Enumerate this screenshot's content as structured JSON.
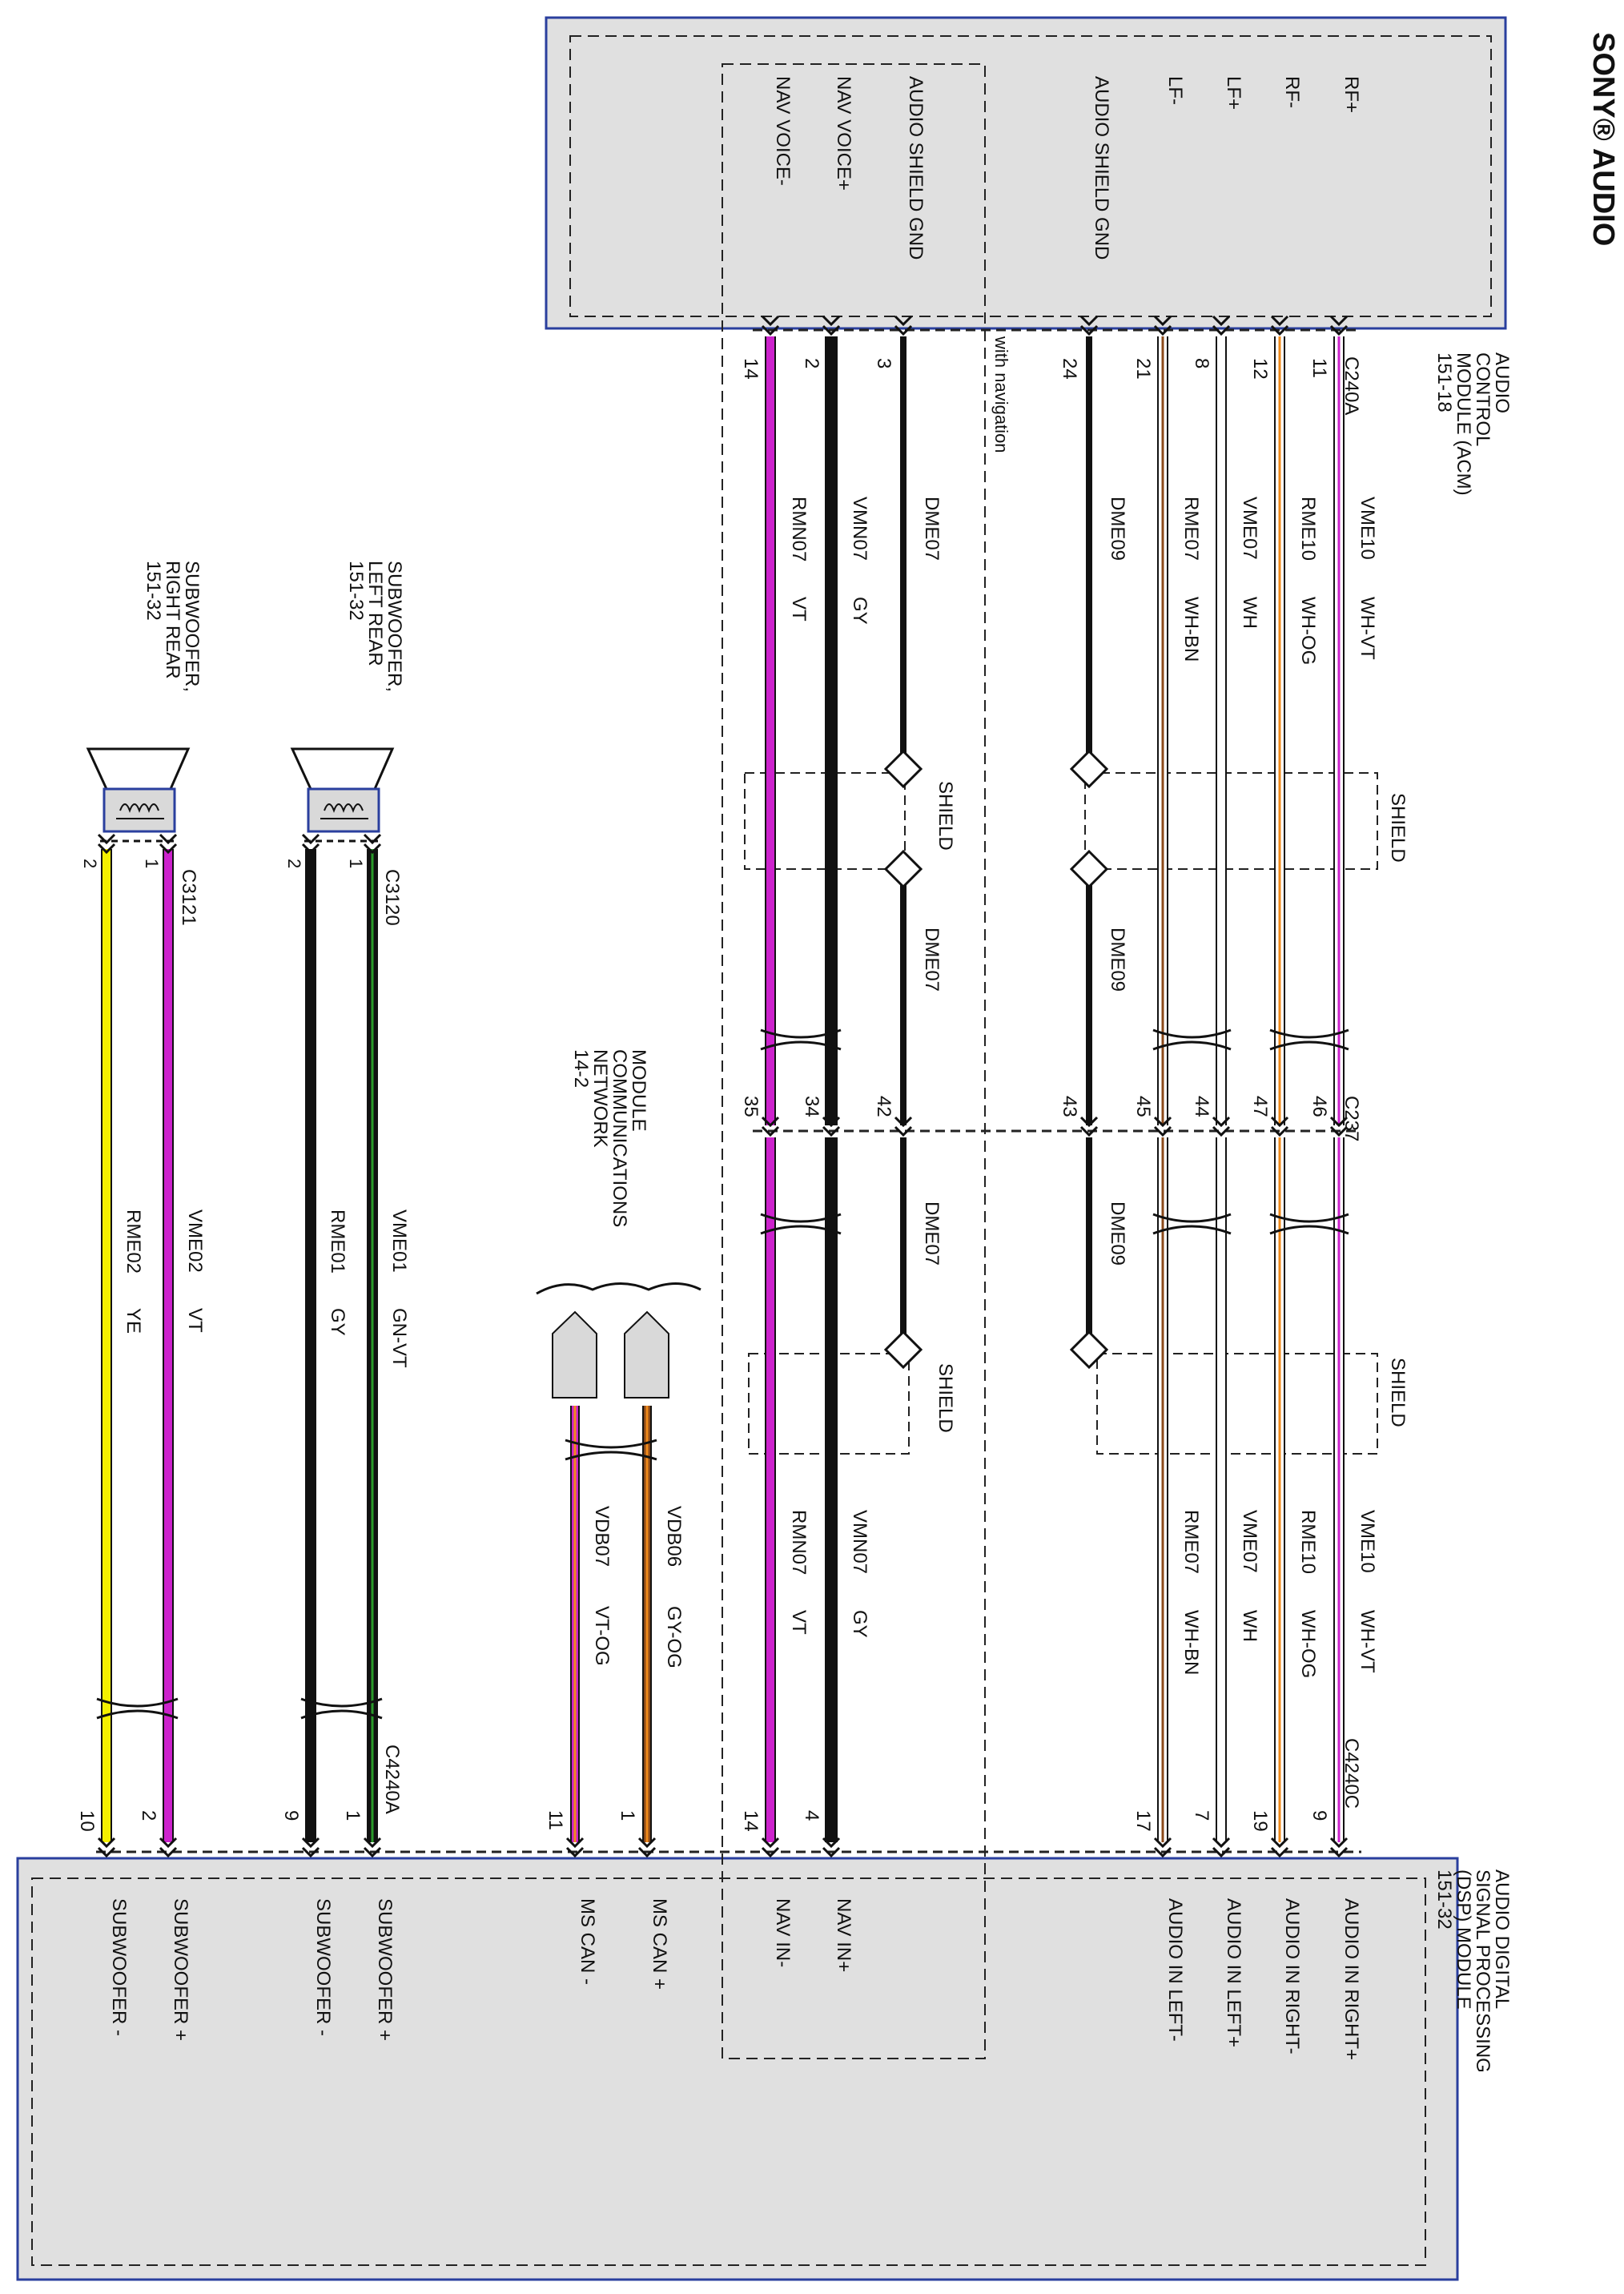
{
  "title": "SONY® AUDIO",
  "acm": {
    "name": "AUDIO CONTROL MODULE (ACM) 151-18",
    "name_lines": [
      "AUDIO",
      "CONTROL",
      "MODULE (ACM)",
      "151-18"
    ],
    "connector": "C240A",
    "signals": [
      "RF+",
      "RF-",
      "LF+",
      "LF-",
      "AUDIO SHIELD GND",
      "AUDIO SHIELD GND",
      "NAV VOICE+",
      "NAV VOICE-"
    ],
    "pins": [
      "11",
      "12",
      "8",
      "21",
      "24",
      "3",
      "2",
      "14"
    ]
  },
  "dsp": {
    "name": "AUDIO DIGITAL SIGNAL PROCESSING (DSP) MODULE 151-32",
    "name_lines": [
      "AUDIO DIGITAL",
      "SIGNAL PROCESSING",
      "(DSP) MODULE",
      "151-32"
    ],
    "signals": [
      "AUDIO IN RIGHT+",
      "AUDIO IN RIGHT-",
      "AUDIO IN LEFT+",
      "AUDIO IN LEFT-",
      "NAV IN+",
      "NAV IN-",
      "MS CAN +",
      "MS CAN -",
      "SUBWOOFER +",
      "SUBWOOFER -",
      "SUBWOOFER +",
      "SUBWOOFER -"
    ],
    "pins": [
      "9",
      "19",
      "7",
      "17",
      "4",
      "14",
      "1",
      "11",
      "1",
      "9",
      "2",
      "10"
    ]
  },
  "connectors": {
    "c237": "C237",
    "c237_pins": [
      "46",
      "47",
      "44",
      "45",
      "43",
      "42",
      "34",
      "35"
    ],
    "c4240c": "C4240C",
    "c4240a": "C4240A",
    "c3120": "C3120",
    "c3121": "C3121"
  },
  "wires": {
    "upper": [
      {
        "circuit": "VME10",
        "color": "WH-VT"
      },
      {
        "circuit": "RME10",
        "color": "WH-OG"
      },
      {
        "circuit": "VME07",
        "color": "WH"
      },
      {
        "circuit": "RME07",
        "color": "WH-BN"
      },
      {
        "circuit": "DME09",
        "color": ""
      },
      {
        "circuit": "DME07",
        "color": ""
      },
      {
        "circuit": "VMN07",
        "color": "GY"
      },
      {
        "circuit": "RMN07",
        "color": "VT"
      }
    ],
    "lower": [
      {
        "circuit": "VME10",
        "color": "WH-VT"
      },
      {
        "circuit": "RME10",
        "color": "WH-OG"
      },
      {
        "circuit": "VME07",
        "color": "WH"
      },
      {
        "circuit": "RME07",
        "color": "WH-BN"
      },
      {
        "circuit": "DME09",
        "color": ""
      },
      {
        "circuit": "DME07",
        "color": ""
      },
      {
        "circuit": "VMN07",
        "color": "GY"
      },
      {
        "circuit": "RMN07",
        "color": "VT"
      }
    ],
    "can": [
      {
        "circuit": "VDB06",
        "color": "GY-OG"
      },
      {
        "circuit": "VDB07",
        "color": "VT-OG"
      }
    ],
    "sub": [
      {
        "circuit": "VME01",
        "color": "GN-VT"
      },
      {
        "circuit": "RME01",
        "color": "GY"
      },
      {
        "circuit": "VME02",
        "color": "VT"
      },
      {
        "circuit": "RME02",
        "color": "YE"
      }
    ]
  },
  "labels": {
    "shield": "SHIELD",
    "with_navigation": "with navigation",
    "mcn_lines": [
      "MODULE",
      "COMMUNICATIONS",
      "NETWORK",
      "14-2"
    ]
  },
  "speakers": {
    "left_lines": [
      "SUBWOOFER,",
      "LEFT REAR",
      "151-32"
    ],
    "right_lines": [
      "SUBWOOFER,",
      "RIGHT REAR",
      "151-32"
    ],
    "pins": [
      "1",
      "2"
    ]
  },
  "colors": {
    "border": "#2a3f9e",
    "module_fill": "#e0e0e0",
    "white": "#ffffff",
    "violet": "#cc22cc",
    "orange": "#f08a1a",
    "brown": "#8b4a1a",
    "yellow": "#f4f000",
    "gray_wire": "#111111",
    "green": "#2a9a2a"
  }
}
